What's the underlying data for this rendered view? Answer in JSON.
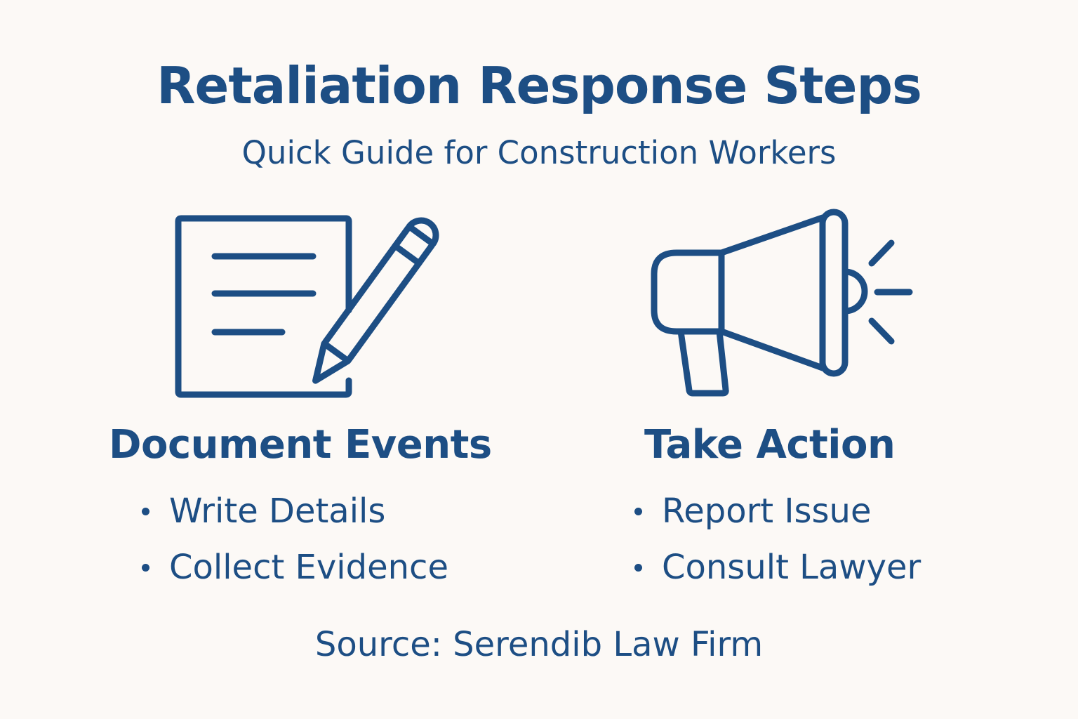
{
  "title": "Retaliation Response Steps",
  "subtitle": "Quick Guide for Construction Workers",
  "colors": {
    "primary": "#1d4e84",
    "background": "#fcf9f6"
  },
  "sections": [
    {
      "icon": "document-with-pencil-icon",
      "heading": "Document Events",
      "items": [
        "Write Details",
        "Collect Evidence"
      ]
    },
    {
      "icon": "megaphone-icon",
      "heading": "Take Action",
      "items": [
        "Report Issue",
        "Consult Lawyer"
      ]
    }
  ],
  "source": "Source: Serendib Law Firm"
}
